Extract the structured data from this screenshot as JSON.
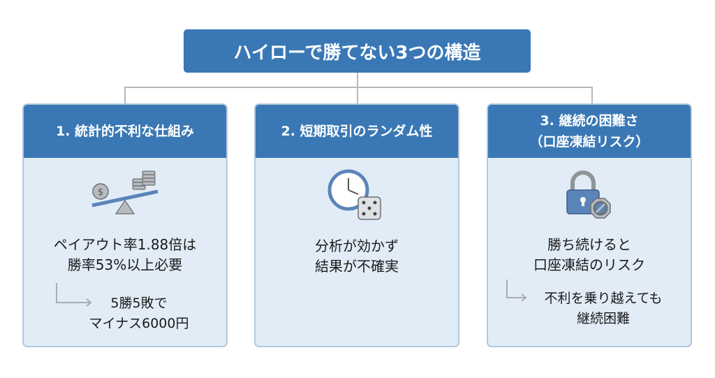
{
  "title": "ハイローで勝てない3つの構造",
  "cards": [
    {
      "heading": "1. 統計的不利な仕組み",
      "icon": "seesaw-coins-icon",
      "main": [
        "ペイアウト率1.88倍は",
        "勝率53%以上必要"
      ],
      "sub": [
        "5勝5敗で",
        "マイナス6000円"
      ]
    },
    {
      "heading": "2. 短期取引のランダム性",
      "icon": "clock-dice-icon",
      "main": [
        "分析が効かず",
        "結果が不確実"
      ]
    },
    {
      "heading": [
        "3. 継続の困難さ",
        "（口座凍結リスク）"
      ],
      "icon": "lock-prohibited-icon",
      "main": [
        "勝ち続けると",
        "口座凍結のリスク"
      ],
      "sub": [
        "不利を乗り越えても",
        "継続困難"
      ]
    }
  ],
  "colors": {
    "header": "#3a78b5",
    "card_body": "#e1ecf7",
    "connector": "#b5b9bd"
  }
}
